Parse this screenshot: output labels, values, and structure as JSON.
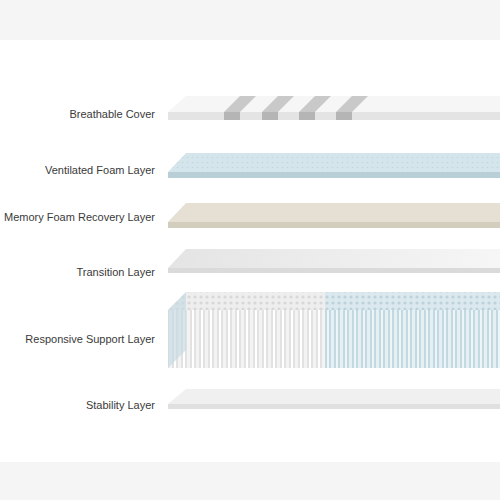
{
  "diagram": {
    "labels": [
      "Breathable Cover",
      "Ventilated Foam Layer",
      "Memory Foam Recovery Layer",
      "Transition Layer",
      "Responsive Support Layer",
      "Stability Layer"
    ]
  }
}
